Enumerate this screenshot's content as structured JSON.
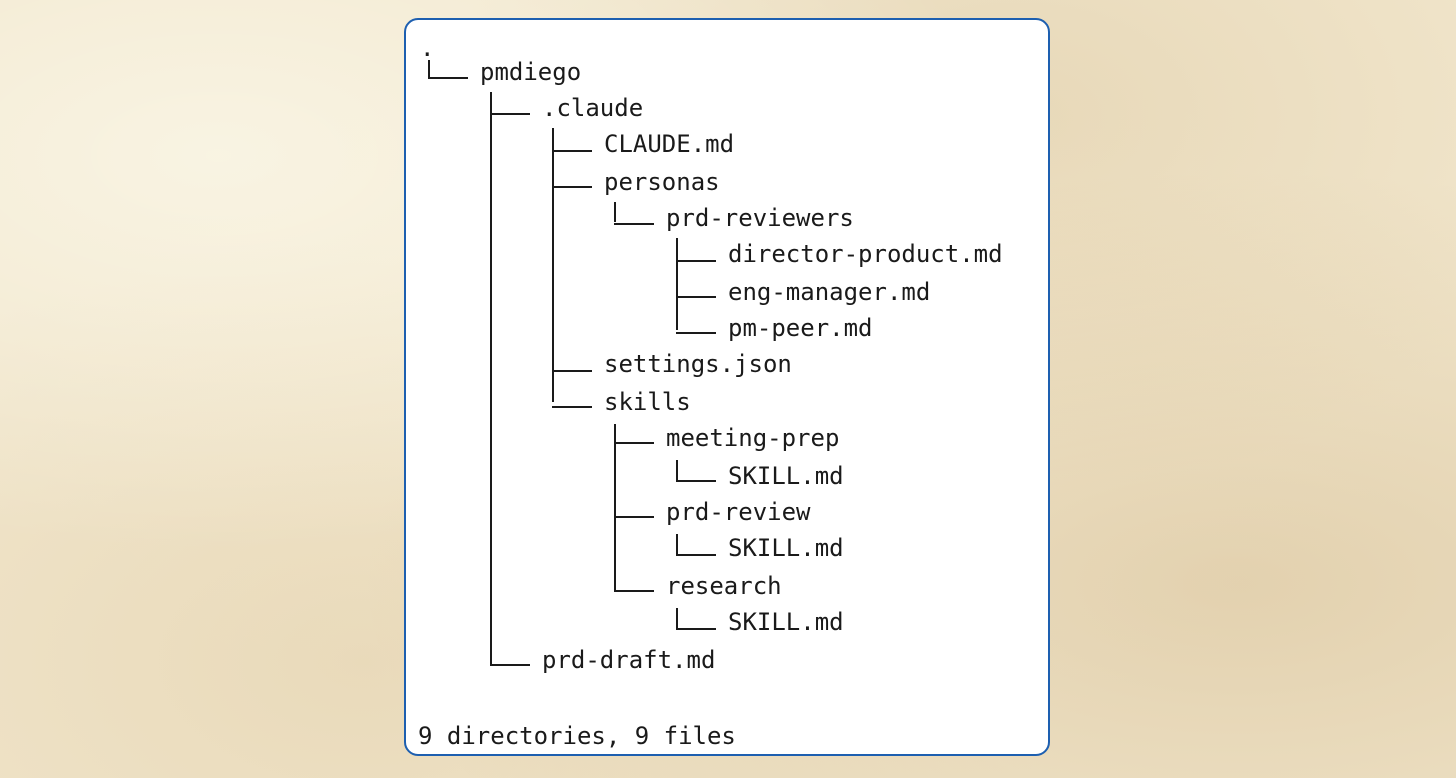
{
  "tree": {
    "root": ".",
    "entries": [
      {
        "name": "pmdiego"
      },
      {
        "name": ".claude"
      },
      {
        "name": "CLAUDE.md"
      },
      {
        "name": "personas"
      },
      {
        "name": "prd-reviewers"
      },
      {
        "name": "director-product.md"
      },
      {
        "name": "eng-manager.md"
      },
      {
        "name": "pm-peer.md"
      },
      {
        "name": "settings.json"
      },
      {
        "name": "skills"
      },
      {
        "name": "meeting-prep"
      },
      {
        "name": "SKILL.md"
      },
      {
        "name": "prd-review"
      },
      {
        "name": "SKILL.md"
      },
      {
        "name": "research"
      },
      {
        "name": "SKILL.md"
      },
      {
        "name": "prd-draft.md"
      }
    ]
  },
  "summary": "9 directories, 9 files",
  "colors": {
    "background": "#f1e6cc",
    "panel": "#ffffff",
    "border": "#1d5fb0",
    "text": "#1a1a1a"
  }
}
